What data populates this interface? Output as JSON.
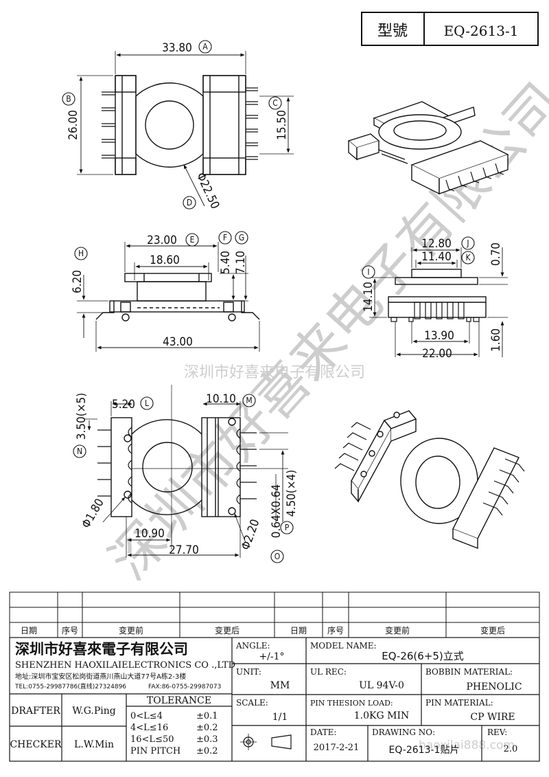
{
  "header": {
    "model_label": "型號",
    "model_value": "EQ-2613-1"
  },
  "dims": {
    "top": {
      "a": "33.80",
      "b": "26.00",
      "c": "15.50",
      "d": "Φ22.50"
    },
    "side": {
      "e": "23.00",
      "f_g_val1": "5.40",
      "f_g_val2": "7.10",
      "inner": "18.60",
      "h": "6.20",
      "base": "43.00"
    },
    "end": {
      "j": "12.80",
      "k": "11.40",
      "top_r": "0.70",
      "i": "14.10",
      "pins": "13.90",
      "base": "22.00",
      "pin_h": "1.60"
    },
    "bottom": {
      "l": "5.20",
      "m": "10.10",
      "n": "3.50(×5)",
      "hole": "Φ1.80",
      "p": "4.50(×4)",
      "o1": "0.64X0.64",
      "o2": "Φ2.20",
      "off": "10.90",
      "width": "27.70"
    }
  },
  "callouts": [
    "A",
    "B",
    "C",
    "D",
    "E",
    "F",
    "G",
    "H",
    "I",
    "J",
    "K",
    "L",
    "M",
    "N",
    "O",
    "P"
  ],
  "watermark": {
    "diag": "深圳市好喜来电子有限公司",
    "center": "深圳市好喜来电子有限公司",
    "corner": "haoxilai888.com"
  },
  "revision_table": {
    "headers": [
      "日期",
      "序号",
      "变更前",
      "变更后",
      "日期",
      "序号",
      "变更前",
      "变更后"
    ]
  },
  "title_block": {
    "company_cn": "深圳市好喜來電子有限公司",
    "company_en": "SHENZHEN HAOXILAIELECTRONICS CO .,LTD",
    "address": "地址:深圳市宝安区松岗街道燕川燕山大道77号A栋2-3楼",
    "tel": "TEL:0755-29987786(直线)27324896",
    "fax": "FAX:86-0755-29987073",
    "angle_label": "ANGLE:",
    "angle_value": "+/-1°",
    "model_label": "MODEL NAME:",
    "model_value": "EQ-26(6+5)立式",
    "unit_label": "UNIT:",
    "unit_value": "MM",
    "ul_label": "UL REC:",
    "ul_value": "UL 94V-0",
    "bobbin_label": "BOBBIN MATERIAL:",
    "bobbin_value": "PHENOLIC",
    "scale_label": "SCALE:",
    "scale_value": "1/1",
    "pin_load_label": "PIN THESION LOAD:",
    "pin_load_value": "1.0KG MIN",
    "pin_mat_label": "PIN MATERIAL:",
    "pin_mat_value": "CP  WIRE",
    "drafter_label": "DRAFTER",
    "drafter_value": "W.G.Ping",
    "checker_label": "CHECKER",
    "checker_value": "L.W.Min",
    "tolerance_title": "TOLERANCE",
    "tolerance_rows": [
      {
        "range": "0<L≤4",
        "tol": "±0.1"
      },
      {
        "range": "4<L≤16",
        "tol": "±0.2"
      },
      {
        "range": "16<L≤50",
        "tol": "±0.3"
      },
      {
        "range": "PIN PITCH",
        "tol": "±0.2"
      }
    ],
    "date_label": "DATE:",
    "date_value": "2017-2-21",
    "drawing_label": "DRAWING NO:",
    "drawing_value": "EQ-2613-1贴片",
    "rev_label": "REV:",
    "rev_value": "2.0"
  }
}
